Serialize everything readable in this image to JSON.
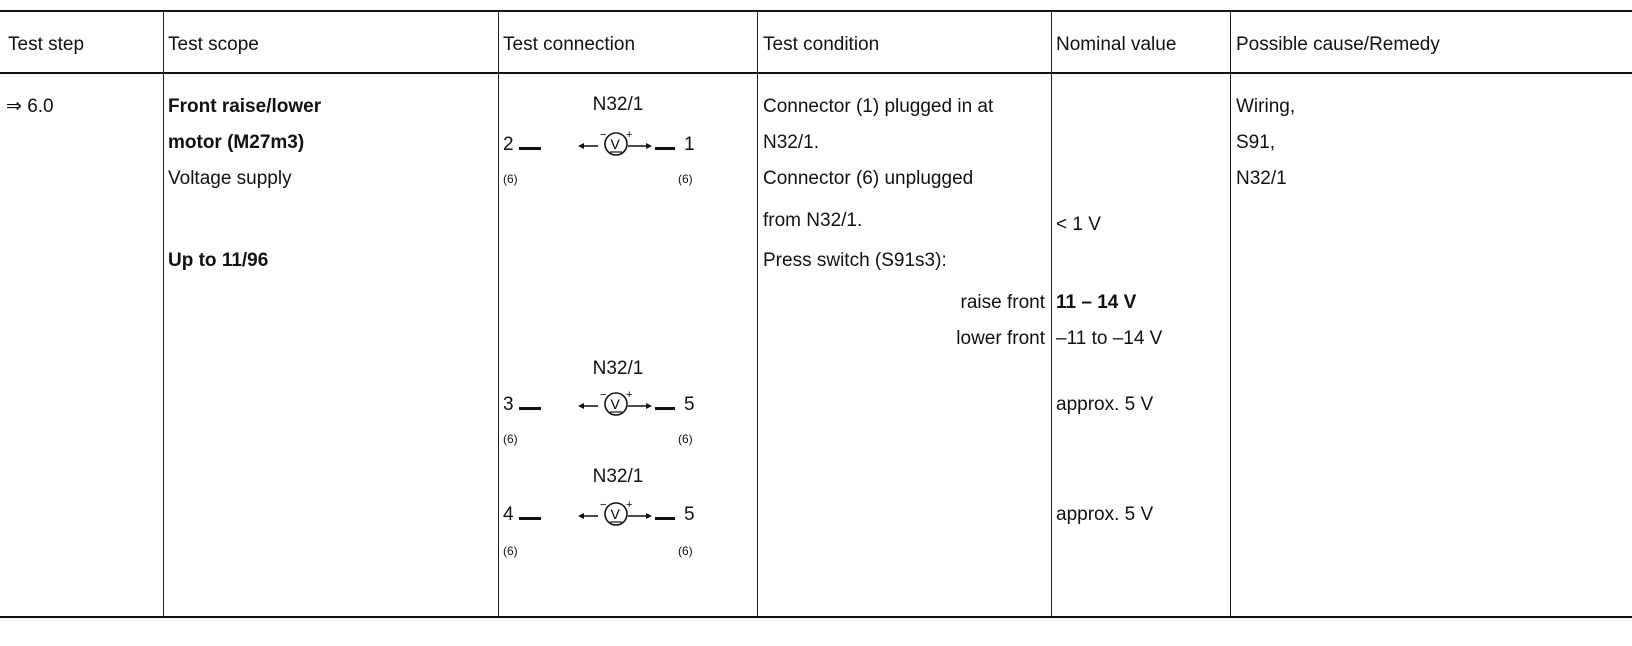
{
  "headers": {
    "test_step": "Test step",
    "test_scope": "Test scope",
    "test_connection": "Test connection",
    "test_condition": "Test condition",
    "nominal_value": "Nominal value",
    "possible_cause": "Possible cause/Remedy"
  },
  "row": {
    "step": "⇒ 6.0",
    "scope": {
      "line1": "Front raise/lower",
      "line2": "motor (M27m3)",
      "line3": "Voltage supply",
      "line4": "Up to 11/96"
    },
    "connections": [
      {
        "component": "N32/1",
        "pin_left": "2",
        "pin_right": "1",
        "conn_left": "(6)",
        "conn_right": "(6)"
      },
      {
        "component": "N32/1",
        "pin_left": "3",
        "pin_right": "5",
        "conn_left": "(6)",
        "conn_right": "(6)"
      },
      {
        "component": "N32/1",
        "pin_left": "4",
        "pin_right": "5",
        "conn_left": "(6)",
        "conn_right": "(6)"
      }
    ],
    "condition": {
      "line1": "Connector (1) plugged in at",
      "line2": "N32/1.",
      "line3": "Connector (6) unplugged",
      "line4": "from N32/1.",
      "line5": "Press switch (S91s3):",
      "raise": "raise front",
      "lower": "lower front"
    },
    "nominal": {
      "v1": "< 1 V",
      "v2": "11 – 14 V",
      "v3": "–11 to –14 V",
      "v4": "approx. 5 V",
      "v5": "approx. 5 V"
    },
    "remedy": {
      "line1": "Wiring,",
      "line2": "S91,",
      "line3": "N32/1"
    }
  }
}
